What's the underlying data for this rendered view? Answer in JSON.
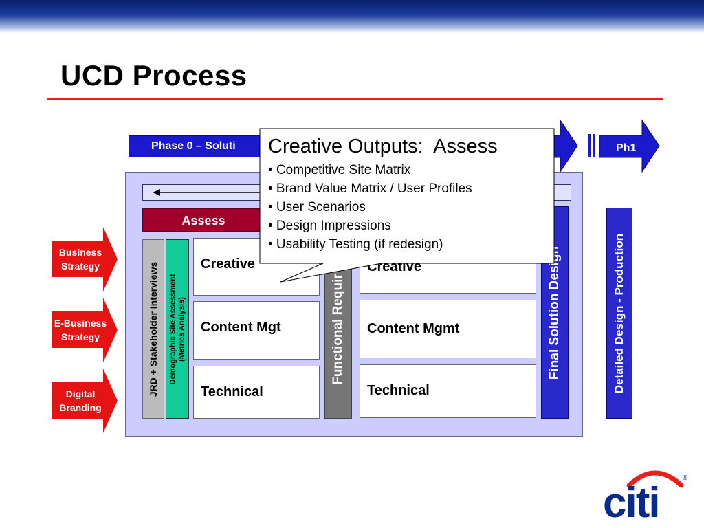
{
  "slide": {
    "title": "UCD Process"
  },
  "phases": {
    "phase0": "Phase 0 – Soluti",
    "ph1": "Ph1"
  },
  "diagram": {
    "assess_label": "Assess",
    "col_jrd": "JRD + Stakeholder Interviews",
    "col_demo_line1": "Demographic Site Assessment",
    "col_demo_line2": "(Metrics Analysis)",
    "col_functional": "Functional Requir",
    "col_final": "Final Solution Design",
    "col_detailed": "Detailed Design - Production",
    "left_cells": [
      "Creative",
      "Content Mgt",
      "Technical"
    ],
    "right_cells": [
      "Creative",
      "Content Mgmt",
      "Technical"
    ]
  },
  "inputs": [
    {
      "line1": "Business",
      "line2": "Strategy"
    },
    {
      "line1": "E-Business",
      "line2": "Strategy"
    },
    {
      "line1": "Digital",
      "line2": "Branding"
    }
  ],
  "callout": {
    "title": "Creative Outputs:  Assess",
    "items": [
      "• Competitive Site Matrix",
      "• Brand Value Matrix / User Profiles",
      "• User Scenarios",
      "• Design Impressions",
      "• Usability Testing (if redesign)"
    ]
  },
  "logo": {
    "text": "citi",
    "mark": "®"
  },
  "colors": {
    "phase_blue": "#1a1acc",
    "assess_red": "#a0002a",
    "input_red": "#e41414",
    "panel_lavender": "#ccccff",
    "teal": "#11cc99",
    "title_rule": "#e8201c"
  }
}
